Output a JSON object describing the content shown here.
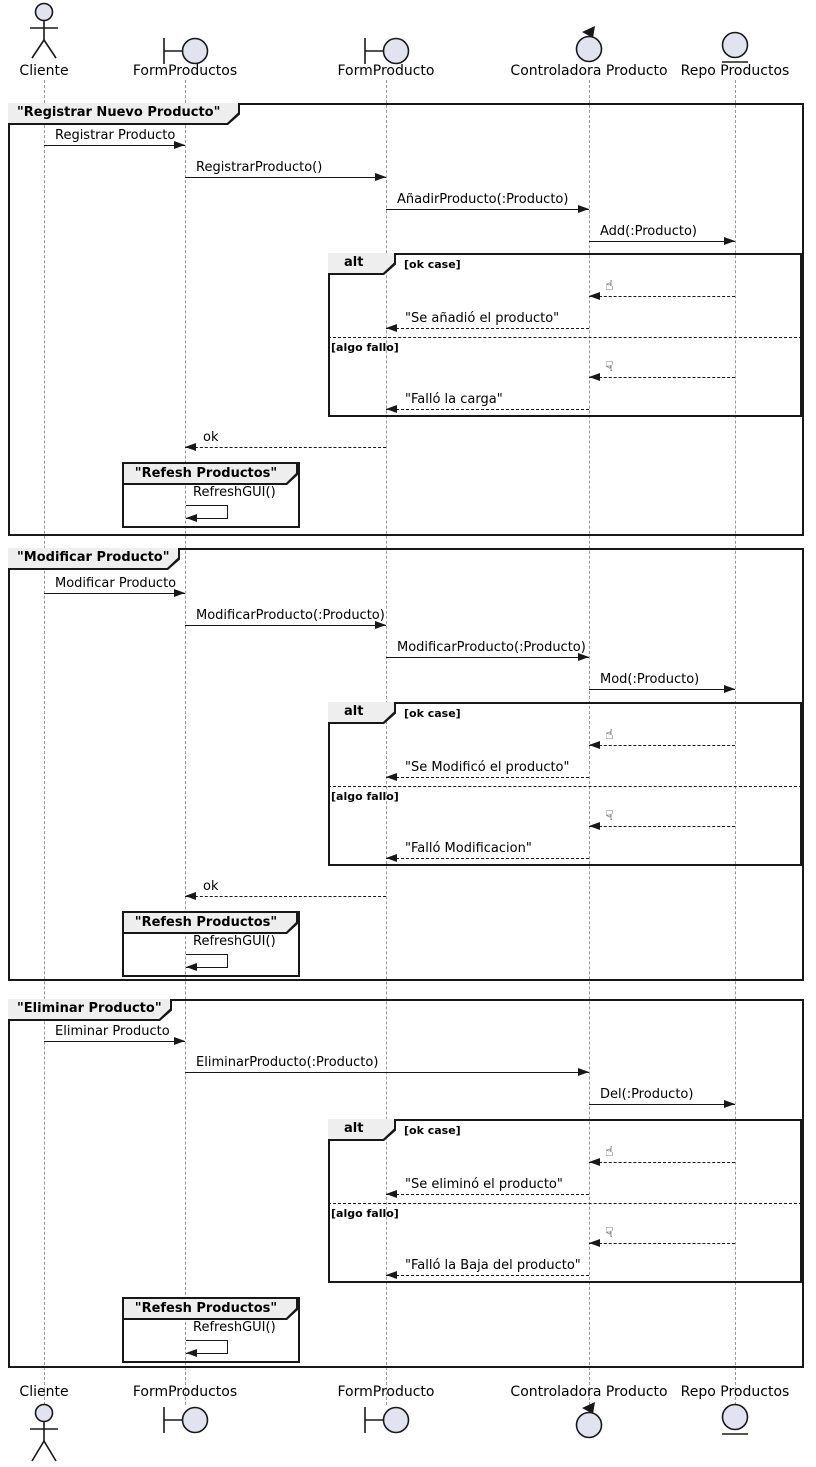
{
  "colors": {
    "participant_fill": "#E2E2F0",
    "stroke": "#181818",
    "fragment_header_fill": "#EEEEEE",
    "lifeline": "#999999"
  },
  "participants": [
    {
      "name": "Cliente",
      "type": "actor"
    },
    {
      "name": "FormProductos",
      "type": "boundary"
    },
    {
      "name": "FormProducto",
      "type": "boundary"
    },
    {
      "name": "Controladora Producto",
      "type": "control"
    },
    {
      "name": "Repo Productos",
      "type": "entity"
    }
  ],
  "alt": {
    "operator": "alt",
    "guard_ok": "[ok case]",
    "guard_fail": "[algo fallo]"
  },
  "icons": {
    "thumbs_up": "☝",
    "thumbs_down": "☟"
  },
  "group": {
    "title": "\"Refesh Productos\"",
    "message": "RefreshGUI()"
  },
  "frames": [
    {
      "title": "\"Registrar Nuevo Producto\"",
      "messages": [
        "Registrar Producto",
        "RegistrarProducto()",
        "AñadirProducto(:Producto)",
        "Add(:Producto)"
      ],
      "ok_reply": "\"Se añadió el producto\"",
      "fail_reply": "\"Falló la carga\"",
      "return_label": "ok"
    },
    {
      "title": "\"Modificar Producto\"",
      "messages": [
        "Modificar Producto",
        "ModificarProducto(:Producto)",
        "ModificarProducto(:Producto)",
        "Mod(:Producto)"
      ],
      "ok_reply": "\"Se Modificó el producto\"",
      "fail_reply": "\"Falló Modificacion\"",
      "return_label": "ok"
    },
    {
      "title": "\"Eliminar Producto\"",
      "messages": [
        "Eliminar Producto",
        "EliminarProducto(:Producto)",
        "Del(:Producto)"
      ],
      "ok_reply": "\"Se eliminó el producto\"",
      "fail_reply": "\"Falló la Baja del producto\""
    }
  ]
}
